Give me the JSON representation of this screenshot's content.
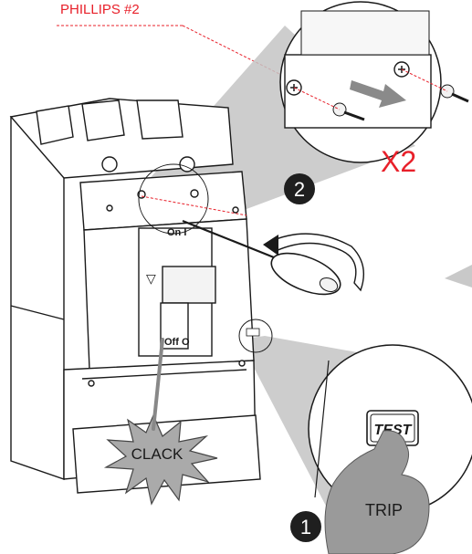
{
  "labels": {
    "screwdriver": "PHILLIPS #2",
    "multiplier": "X2",
    "step_one": "1",
    "step_two": "2",
    "trip": "TRIP",
    "clack": "CLACK",
    "test_button": "TEST",
    "on_mark": "On I",
    "off_mark": "Off O"
  },
  "colors": {
    "accent_red": "#e8202a",
    "outline": "#1a1a1a",
    "callout_gray": "#b9b9b9",
    "hand_gray": "#9a9a9a",
    "breaker_white": "#ffffff"
  },
  "icons": {
    "screw": "phillips-screw-icon",
    "arrow": "curved-arrow-icon",
    "hand": "pointing-hand-icon",
    "burst": "starburst-icon"
  }
}
